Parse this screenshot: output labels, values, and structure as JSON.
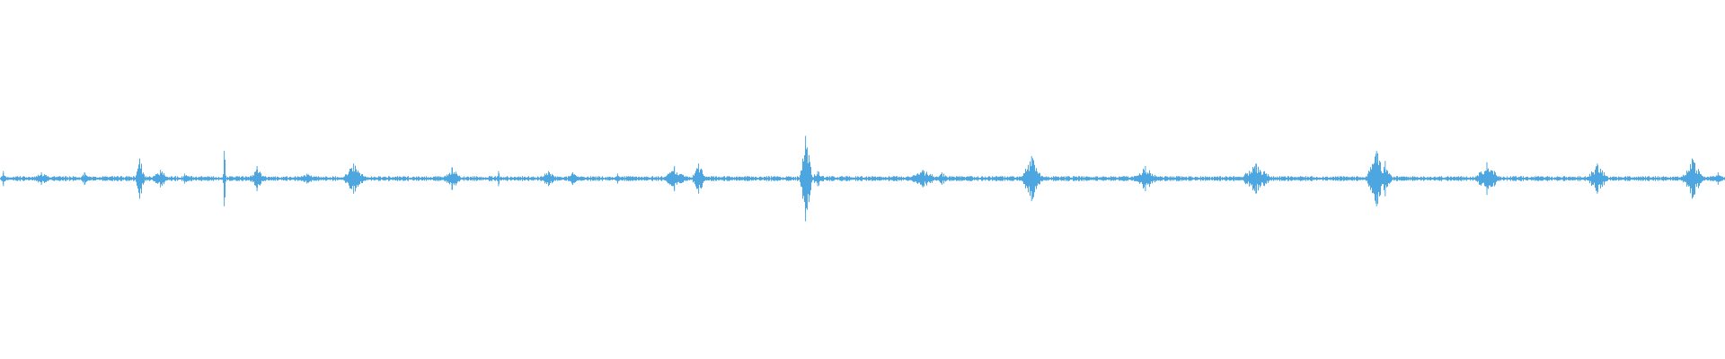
{
  "waveform": {
    "color": "#4da6e0",
    "baseline_amplitude": 0.02,
    "duration_fraction_end": 1.0,
    "bursts": [
      {
        "position": 0.002,
        "amplitude": 0.06,
        "width": 0.002
      },
      {
        "position": 0.024,
        "amplitude": 0.05,
        "width": 0.006
      },
      {
        "position": 0.049,
        "amplitude": 0.05,
        "width": 0.003
      },
      {
        "position": 0.081,
        "amplitude": 0.16,
        "width": 0.003
      },
      {
        "position": 0.093,
        "amplitude": 0.07,
        "width": 0.006
      },
      {
        "position": 0.107,
        "amplitude": 0.04,
        "width": 0.003
      },
      {
        "position": 0.13,
        "amplitude": 0.22,
        "width": 0.001
      },
      {
        "position": 0.149,
        "amplitude": 0.1,
        "width": 0.005
      },
      {
        "position": 0.178,
        "amplitude": 0.04,
        "width": 0.006
      },
      {
        "position": 0.205,
        "amplitude": 0.12,
        "width": 0.007
      },
      {
        "position": 0.262,
        "amplitude": 0.09,
        "width": 0.006
      },
      {
        "position": 0.289,
        "amplitude": 0.06,
        "width": 0.001
      },
      {
        "position": 0.318,
        "amplitude": 0.06,
        "width": 0.007
      },
      {
        "position": 0.332,
        "amplitude": 0.05,
        "width": 0.004
      },
      {
        "position": 0.358,
        "amplitude": 0.04,
        "width": 0.002
      },
      {
        "position": 0.391,
        "amplitude": 0.1,
        "width": 0.007
      },
      {
        "position": 0.405,
        "amplitude": 0.12,
        "width": 0.005
      },
      {
        "position": 0.467,
        "amplitude": 0.34,
        "width": 0.004
      },
      {
        "position": 0.474,
        "amplitude": 0.06,
        "width": 0.005
      },
      {
        "position": 0.535,
        "amplitude": 0.07,
        "width": 0.01
      },
      {
        "position": 0.546,
        "amplitude": 0.05,
        "width": 0.004
      },
      {
        "position": 0.598,
        "amplitude": 0.18,
        "width": 0.007
      },
      {
        "position": 0.664,
        "amplitude": 0.1,
        "width": 0.008
      },
      {
        "position": 0.728,
        "amplitude": 0.12,
        "width": 0.01
      },
      {
        "position": 0.798,
        "amplitude": 0.22,
        "width": 0.007
      },
      {
        "position": 0.803,
        "amplitude": 0.14,
        "width": 0.004
      },
      {
        "position": 0.862,
        "amplitude": 0.13,
        "width": 0.008
      },
      {
        "position": 0.926,
        "amplitude": 0.12,
        "width": 0.007
      },
      {
        "position": 0.981,
        "amplitude": 0.16,
        "width": 0.007
      },
      {
        "position": 0.996,
        "amplitude": 0.05,
        "width": 0.003
      }
    ]
  }
}
